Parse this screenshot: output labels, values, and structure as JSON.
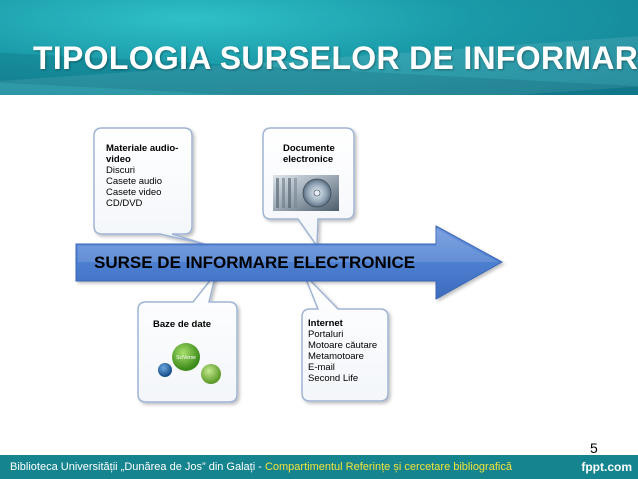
{
  "slide": {
    "title": "TIPOLOGIA SURSELOR DE INFORMARE",
    "page_number": "5",
    "footer_text_prefix": "Biblioteca Universității „Dunărea de Jos” din Galați - ",
    "footer_text_highlight": "Compartimentul Referințe și cercetare bibliografică",
    "footer_brand": "fppt.com"
  },
  "diagram": {
    "arrow_label": "SURSE DE INFORMARE ELECTRONICE",
    "callouts": {
      "audio_video": {
        "title_line1": "Materiale audio-",
        "title_line2": "video",
        "items": [
          "Discuri",
          "Casete audio",
          "Casete video",
          "CD/DVD"
        ]
      },
      "documents": {
        "title_line1": "Documente",
        "title_line2": "electronice"
      },
      "databases": {
        "title": "Baze de date",
        "logo_main": "SciVerse"
      },
      "internet": {
        "title": "Internet",
        "items": [
          "Portaluri",
          "Motoare căutare",
          "Metamotoare",
          "E-mail",
          "Second Life"
        ]
      }
    }
  },
  "colors": {
    "header": "#1a9aa8",
    "footer": "#15848f",
    "footer_highlight": "#f2e23a",
    "arrow": "#4d7fd0",
    "callout_border": "#9fb4d4"
  }
}
